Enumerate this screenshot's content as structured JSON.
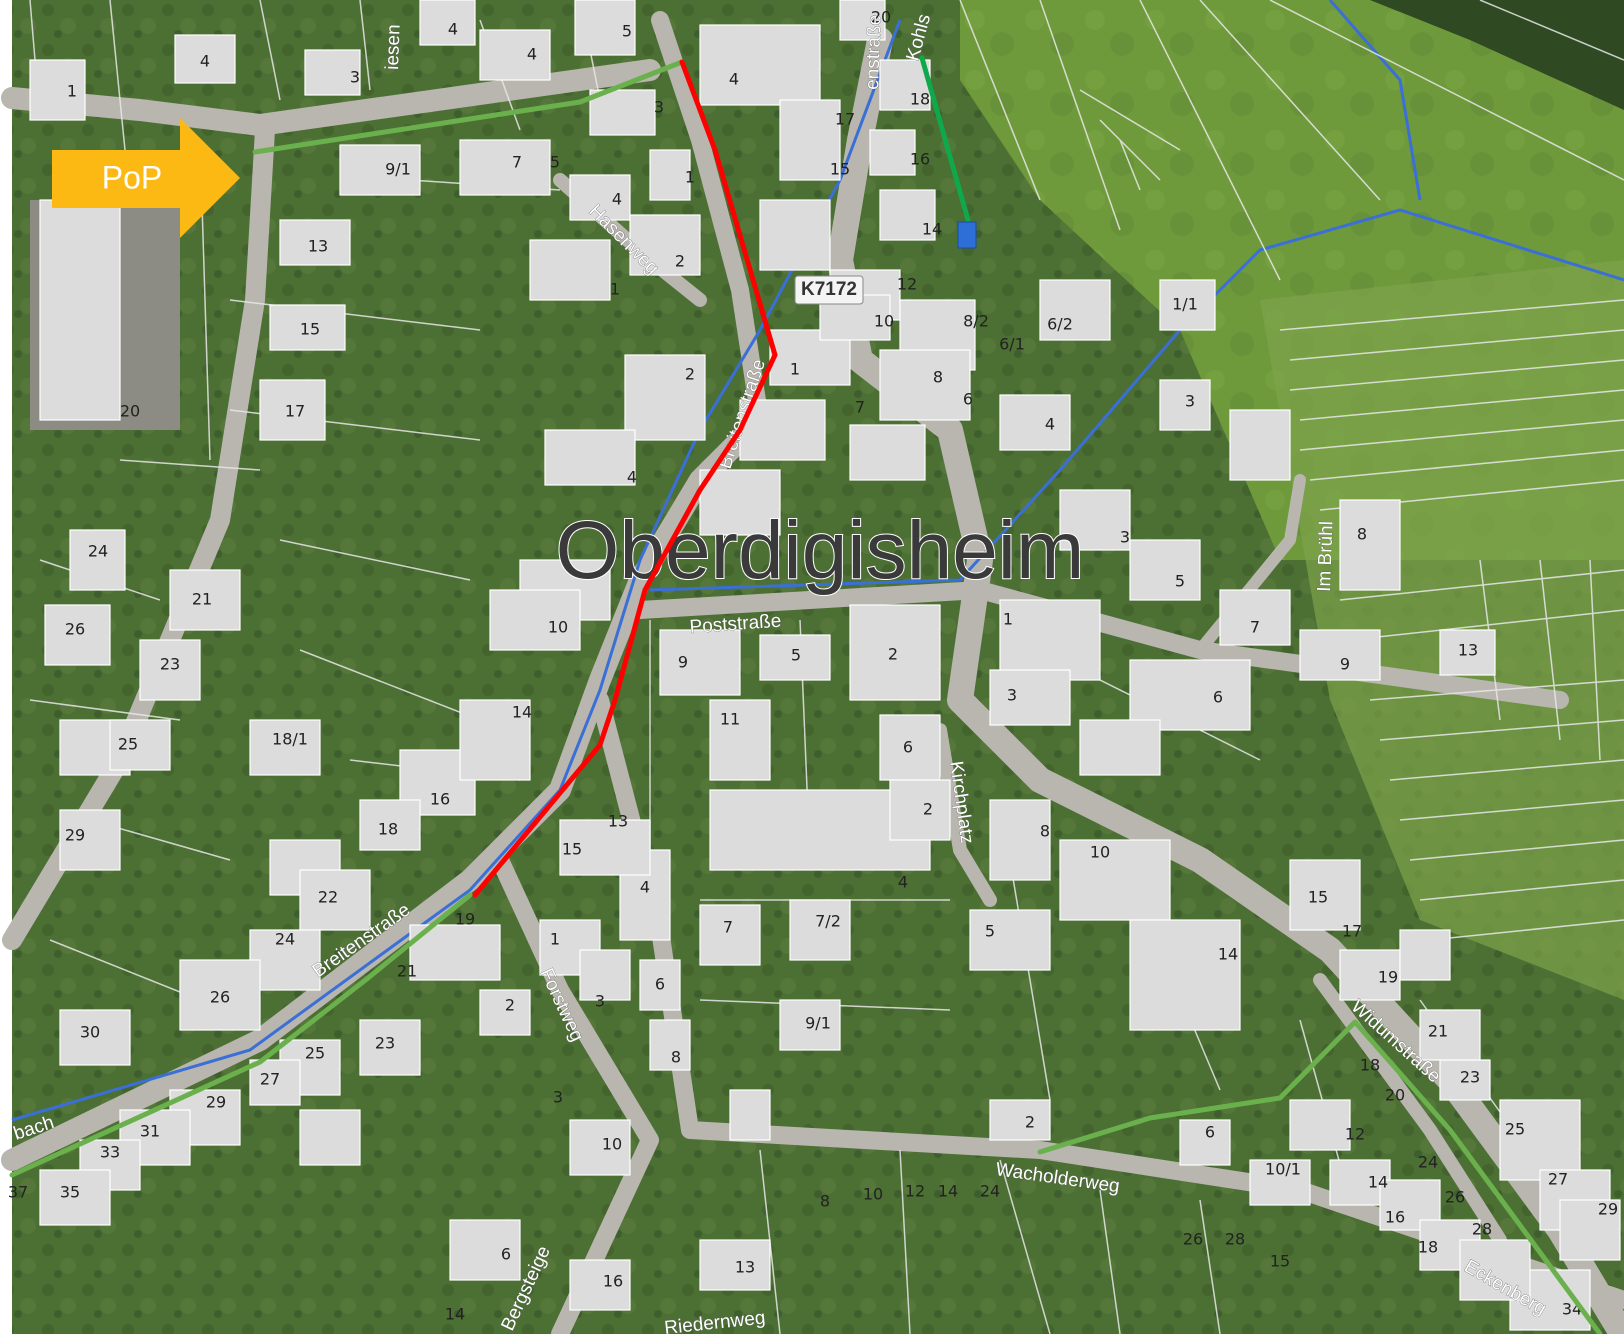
{
  "town_name": "Oberdigisheim",
  "pop_label": "PoP",
  "road_tag": "K7172",
  "colors": {
    "backbone": "#ff0000",
    "feeder": "#6ab04c",
    "drop": "#0fa84a",
    "pop_arrow": "#fcb813",
    "endpoint": "#2d6fd6",
    "river": "#3b6fd8",
    "parcel_line": "#e8e8e8"
  },
  "streets": {
    "hasenweg": "Hasenweg",
    "poststrasse": "Poststraße",
    "breitenstrasse": "Breitenstraße",
    "forstweg": "Forstweg",
    "kirchplatz": "Kirchplatz",
    "im_bruehl": "Im Brühl",
    "widumstrasse": "Widumstraße",
    "wacholderweg": "Wacholderweg",
    "bergsteige": "Bergsteige",
    "eckenberg": "Eckenberg",
    "riedernweg": "Riedernweg",
    "bach": "bach",
    "kohls": "Kohls",
    "enstrasse": "enstraße",
    "iesen": "iesen",
    "breite_upper": "Breitenstraße"
  },
  "house_numbers": [
    "1",
    "4",
    "3",
    "4",
    "4",
    "5",
    "4",
    "3",
    "20",
    "18",
    "16",
    "14",
    "9/1",
    "7",
    "5",
    "4",
    "1",
    "2",
    "1",
    "17",
    "15",
    "13",
    "15",
    "20",
    "17",
    "12",
    "10",
    "8/2",
    "6/1",
    "6/2",
    "1/1",
    "8",
    "6",
    "7",
    "3",
    "4",
    "2",
    "4",
    "1",
    "3",
    "5",
    "24",
    "21",
    "26",
    "23",
    "25",
    "18/1",
    "29",
    "18",
    "16",
    "22",
    "24",
    "26",
    "30",
    "10",
    "14",
    "9",
    "5",
    "2",
    "11",
    "6",
    "2",
    "15",
    "13",
    "4",
    "1",
    "3",
    "6",
    "8",
    "7",
    "7/2",
    "9/1",
    "4",
    "5",
    "19",
    "21",
    "2",
    "23",
    "25",
    "27",
    "29",
    "31",
    "33",
    "35",
    "37",
    "10",
    "8",
    "10",
    "14",
    "15",
    "17",
    "19",
    "21",
    "23",
    "25",
    "27",
    "29",
    "13",
    "9",
    "6",
    "1",
    "7",
    "8",
    "18",
    "20",
    "12",
    "14",
    "16",
    "18",
    "24",
    "26",
    "28",
    "34",
    "10/1",
    "6",
    "8",
    "10",
    "12",
    "14",
    "24",
    "26",
    "28",
    "15",
    "2",
    "13",
    "16",
    "14",
    "6",
    "3",
    "3"
  ]
}
